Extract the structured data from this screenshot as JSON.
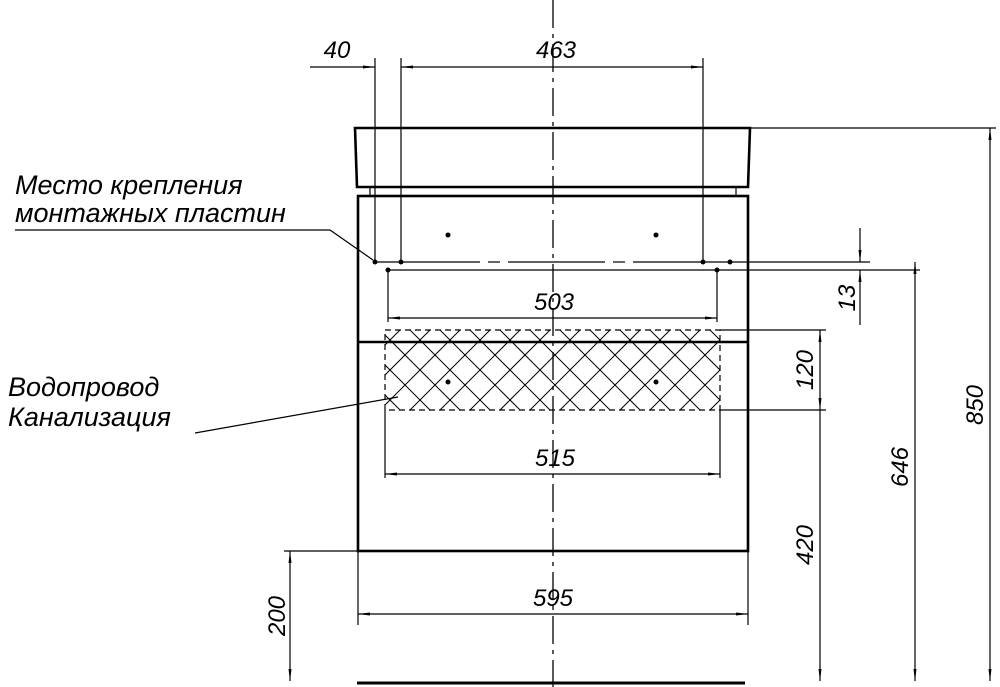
{
  "labels": {
    "mount_line1": "Место крепления",
    "mount_line2": "монтажных пластин",
    "pipe_line1": "Водопровод",
    "pipe_line2": "Канализация"
  },
  "dimensions": {
    "d40": "40",
    "d463": "463",
    "d503": "503",
    "d515": "515",
    "d595": "595",
    "d200": "200",
    "d420": "420",
    "d120": "120",
    "d13": "13",
    "d646": "646",
    "d850": "850"
  }
}
